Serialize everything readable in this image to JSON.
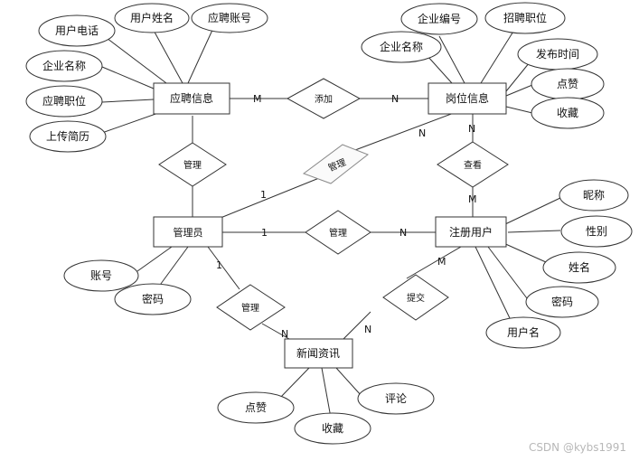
{
  "entities": {
    "app_info": "应聘信息",
    "job_info": "岗位信息",
    "admin": "管理员",
    "user": "注册用户",
    "news": "新闻资讯"
  },
  "attributes": {
    "app_phone": "用户电话",
    "app_name": "用户姓名",
    "app_account": "应聘账号",
    "app_company": "企业名称",
    "app_position": "应聘职位",
    "app_resume": "上传简历",
    "job_code": "企业编号",
    "job_title": "招聘职位",
    "job_company": "企业名称",
    "job_time": "发布时间",
    "job_like": "点赞",
    "job_fav": "收藏",
    "user_nick": "昵称",
    "user_gender": "性别",
    "user_realname": "姓名",
    "user_pwd": "密码",
    "user_username": "用户名",
    "admin_account": "账号",
    "admin_pwd": "密码",
    "news_like": "点赞",
    "news_fav": "收藏",
    "news_comment": "评论"
  },
  "relationships": {
    "add": "添加",
    "manage_app": "管理",
    "manage_job": "管理",
    "view": "查看",
    "manage_user": "管理",
    "manage_news": "管理",
    "submit": "提交"
  },
  "cardinalities": {
    "add_m": "M",
    "add_n": "N",
    "mj_1": "1",
    "mj_n": "N",
    "view_top": "N",
    "view_bottom": "M",
    "mu_1": "1",
    "mu_n": "N",
    "mn_1": "1",
    "mn_n": "N",
    "sub_m": "M",
    "sub_n": "N"
  },
  "watermark": "CSDN @kybs1991"
}
